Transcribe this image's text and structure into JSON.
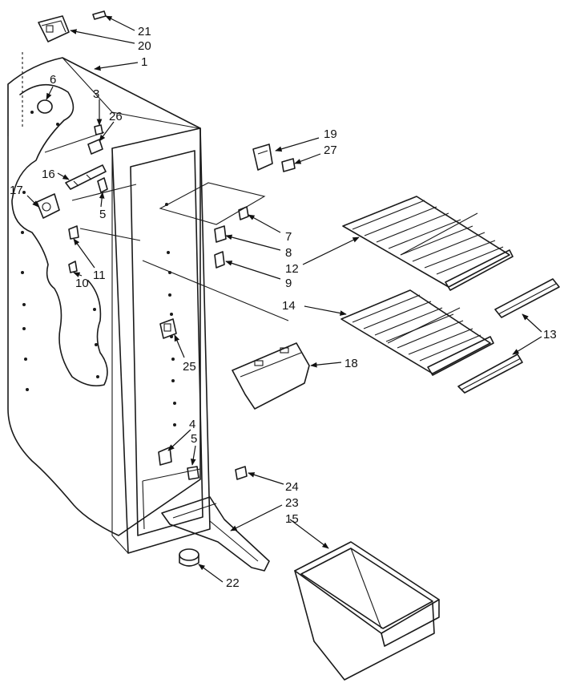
{
  "callouts": [
    {
      "id": "c21",
      "text": "21"
    },
    {
      "id": "c20",
      "text": "20"
    },
    {
      "id": "c1",
      "text": "1"
    },
    {
      "id": "c6",
      "text": "6"
    },
    {
      "id": "c3",
      "text": "3"
    },
    {
      "id": "c26",
      "text": "26"
    },
    {
      "id": "c16",
      "text": "16"
    },
    {
      "id": "c17",
      "text": "17"
    },
    {
      "id": "c5a",
      "text": "5"
    },
    {
      "id": "c11",
      "text": "11"
    },
    {
      "id": "c10",
      "text": "10"
    },
    {
      "id": "c19",
      "text": "19"
    },
    {
      "id": "c27",
      "text": "27"
    },
    {
      "id": "c7",
      "text": "7"
    },
    {
      "id": "c8",
      "text": "8"
    },
    {
      "id": "c12",
      "text": "12"
    },
    {
      "id": "c9",
      "text": "9"
    },
    {
      "id": "c14",
      "text": "14"
    },
    {
      "id": "c13",
      "text": "13"
    },
    {
      "id": "c18",
      "text": "18"
    },
    {
      "id": "c25",
      "text": "25"
    },
    {
      "id": "c4",
      "text": "4"
    },
    {
      "id": "c5b",
      "text": "5"
    },
    {
      "id": "c24",
      "text": "24"
    },
    {
      "id": "c23",
      "text": "23"
    },
    {
      "id": "c15",
      "text": "15"
    },
    {
      "id": "c22",
      "text": "22"
    }
  ]
}
